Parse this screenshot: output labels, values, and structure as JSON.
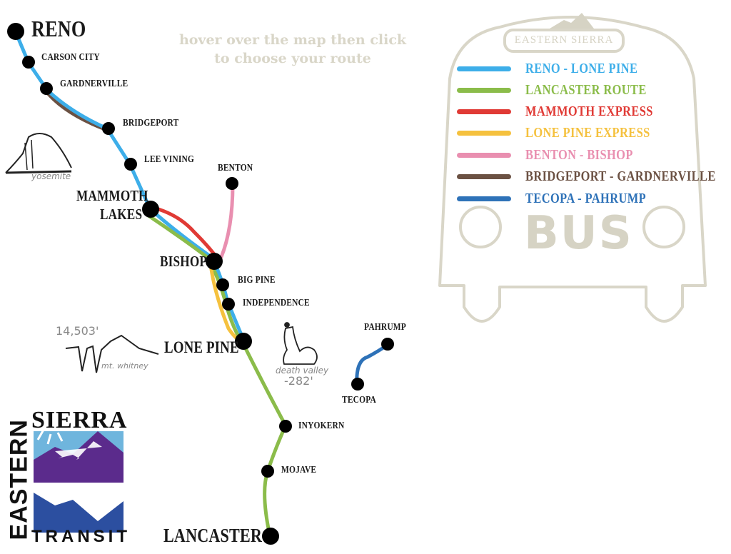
{
  "hint": {
    "line1": "hover over the map then click",
    "line2": "to choose your route"
  },
  "bus_graphic": {
    "title": "EASTERN  SIERRA",
    "word": "BUS"
  },
  "legend": [
    {
      "label": "RENO - LONE PINE",
      "color": "#3daee9"
    },
    {
      "label": "LANCASTER ROUTE",
      "color": "#8bbc4a"
    },
    {
      "label": "MAMMOTH EXPRESS",
      "color": "#e03a35"
    },
    {
      "label": "LONE PINE EXPRESS",
      "color": "#f5c13e"
    },
    {
      "label": "BENTON - BISHOP",
      "color": "#e98fb0"
    },
    {
      "label": "BRIDGEPORT - GARDNERVILLE",
      "color": "#6b5143"
    },
    {
      "label": "TECOPA - PAHRUMP",
      "color": "#2e72b8"
    }
  ],
  "stops": {
    "reno": "RENO",
    "carson_city": "CARSON CITY",
    "gardnerville": "GARDNERVILLE",
    "bridgeport": "BRIDGEPORT",
    "lee_vining": "LEE VINING",
    "mammoth_1": "MAMMOTH",
    "mammoth_2": "LAKES",
    "benton": "BENTON",
    "bishop": "BISHOP",
    "big_pine": "BIG PINE",
    "independence": "INDEPENDENCE",
    "lone_pine": "LONE PINE",
    "inyokern": "INYOKERN",
    "mojave": "MOJAVE",
    "lancaster": "LANCASTER",
    "pahrump": "PAHRUMP",
    "tecopa": "TECOPA"
  },
  "landmarks": {
    "yosemite": "yosemite",
    "whitney_elev": "14,503'",
    "whitney": "mt. whitney",
    "death_valley": "death valley",
    "death_valley_elev": "-282'"
  },
  "logo": {
    "eastern": "EASTERN",
    "sierra": "SIERRA",
    "transit": "TRANSIT"
  }
}
